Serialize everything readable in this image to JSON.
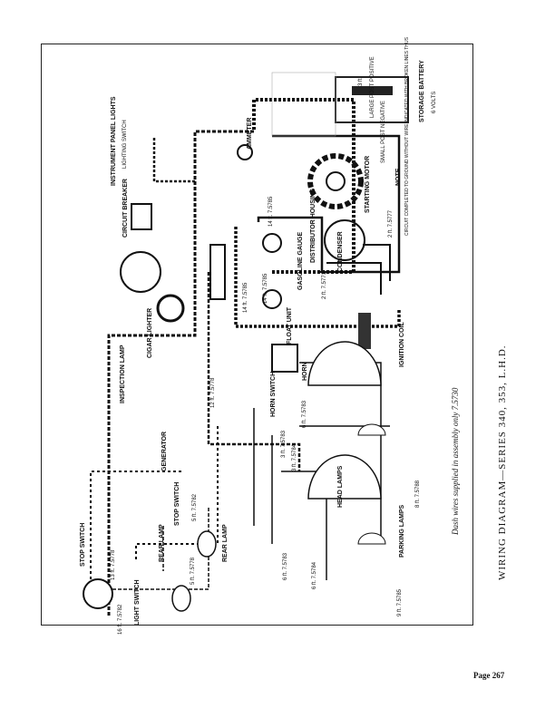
{
  "title": "WIRING DIAGRAM—SERIES 340, 353, L.H.D.",
  "dash_note": "Dash wires supplied in assembly only 7.5730",
  "page_number": "Page 267",
  "components": {
    "storage_battery": "STORAGE BATTERY",
    "starting_motor": "STARTING MOTOR",
    "ammeter": "AMMETER",
    "instrument_panel_lights": "INSTRUMENT PANEL LIGHTS",
    "lighting_switch": "LIGHTING SWITCH",
    "circuit_breaker": "CIRCUIT BREAKER",
    "cigar_lighter": "CIGAR LIGHTER",
    "inspection_lamp": "INSPECTION LAMP",
    "generator": "GENERATOR",
    "stop_switch_top": "STOP SWITCH",
    "stop_switch_bottom": "STOP SWITCH",
    "rear_lamp_1": "REAR LAMP",
    "rear_lamp_2": "REAR LAMP",
    "light_switch": "LIGHT SWITCH",
    "gasoline_gauge": "GASOLINE GAUGE",
    "distributor_housing": "DISTRIBUTOR HOUSING",
    "float_unit": "FLOAT UNIT",
    "condenser": "CONDENSER",
    "ignition_coil": "IGNITION COIL",
    "horn": "HORN",
    "horn_switch": "HORN SWITCH",
    "head_lamps": "HEAD LAMPS",
    "parking_lamps": "PARKING LAMPS",
    "note": "NOTE",
    "note_text": "CIRCUIT COMPLETED TO GROUND WITHOUT WIRE INDICATED WITH BROKEN LINES THUS",
    "large_post": "LARGE POST POSITIVE",
    "small_post": "SMALL POST NEGATIVE",
    "battery_volts": "6 VOLTS"
  },
  "wire_lengths": [
    "3 ft.",
    "2 ft. 7.5777",
    "14 ft. 7.5785",
    "14 ft. 7.5785",
    "2 ft. 7.5771",
    "12 ft. 7.5778",
    "14 ft. 7.5785",
    "6 ft. 7.5783",
    "3 ft. 7.5783",
    "3 ft. 7.5784",
    "5 ft. 7.5782",
    "5 ft. 7.5778",
    "13 ft. 7.5778",
    "16 ft. 7.5782",
    "6 ft. 7.5784",
    "6 ft. 7.5783",
    "9 ft. 7.5785",
    "8 ft. 7.5788"
  ]
}
